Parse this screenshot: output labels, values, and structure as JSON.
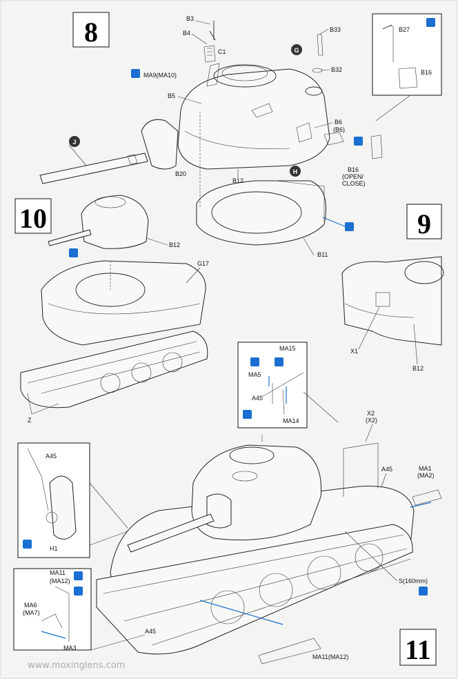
{
  "steps": {
    "s8": "8",
    "s9": "9",
    "s10": "10",
    "s11": "11"
  },
  "step8": {
    "b3": "B3",
    "b4": "B4",
    "c1": "C1",
    "g": "G",
    "b33": "B33",
    "b32": "B32",
    "ma9": "MA9(MA10)",
    "b5": "B5",
    "b6": "B6",
    "b6p": "(B6)",
    "j": "J",
    "b20": "B20",
    "b12": "B12",
    "h": "H",
    "b16": "B16",
    "b16sub": "(OPEN/",
    "b16sub2": "CLOSE)",
    "b11": "B11",
    "b27": "B27",
    "b16c": "B16"
  },
  "step9": {
    "x1": "X1",
    "b12": "B12"
  },
  "step10": {
    "b12": "B12",
    "g17": "G17",
    "z": "Z"
  },
  "step11": {
    "ma15": "MA15",
    "ma5": "MA5",
    "a45a": "A45",
    "ma14": "MA14",
    "x2": "X2",
    "x2p": "(X2)",
    "a45b": "A45",
    "ma1": "MA1",
    "ma2": "(MA2)",
    "a45c": "A45",
    "h1": "H1",
    "s160": "S(160mm)",
    "ma11": "MA11",
    "ma12": "(MA12)",
    "ma6": "MA6",
    "ma7": "(MA7)",
    "ma3": "MA3",
    "a45d": "A45",
    "ma11b": "MA11(MA12)"
  },
  "watermark": "www.moxinglens.com",
  "colors": {
    "accent": "#1a6fd0",
    "ink": "#111111",
    "paper": "#f4f4f2"
  }
}
